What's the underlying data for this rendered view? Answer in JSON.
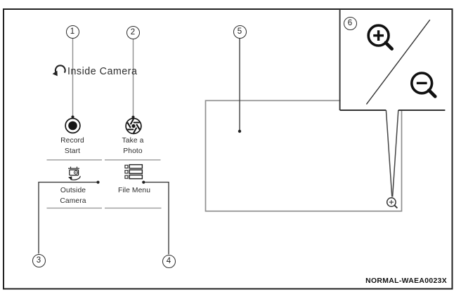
{
  "figure": {
    "code": "NORMAL-WAEA0023X"
  },
  "screen": {
    "title": "Inside Camera",
    "buttons": [
      {
        "label": "Record Start",
        "icon": "record-icon"
      },
      {
        "label": "Take a Photo",
        "icon": "shutter-aperture-icon"
      },
      {
        "label": "Outside Camera",
        "icon": "outside-camera-icon"
      },
      {
        "label": "File Menu",
        "icon": "file-menu-icon"
      }
    ],
    "back_icon": "back-arrow-icon"
  },
  "camera_view": {
    "zoom_indicator_icon": "magnifier-plus-icon"
  },
  "inset": {
    "zoom_in_icon": "zoom-in-magnifier-icon",
    "zoom_out_icon": "zoom-out-magnifier-icon"
  },
  "callouts": [
    {
      "num": "1",
      "target": "record-start-button"
    },
    {
      "num": "2",
      "target": "take-a-photo-button"
    },
    {
      "num": "3",
      "target": "outside-camera-button"
    },
    {
      "num": "4",
      "target": "file-menu-button"
    },
    {
      "num": "5",
      "target": "camera-view-area"
    },
    {
      "num": "6",
      "target": "zoom-buttons-inset"
    }
  ],
  "colors": {
    "ink": "#1a1a1a",
    "muted_line": "#8f8f8f"
  }
}
